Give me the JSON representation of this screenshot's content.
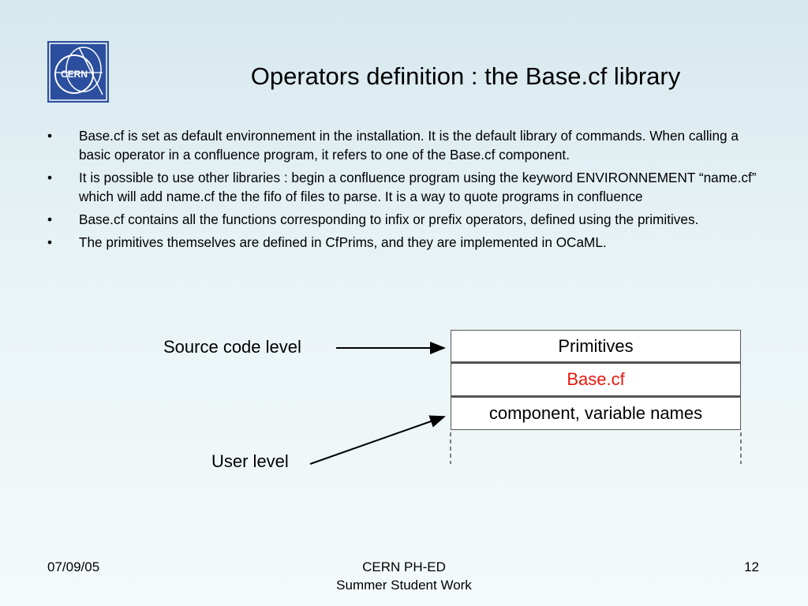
{
  "logo": {
    "text": "CERN",
    "color": "#2b4f9e",
    "icon": "cern-logo"
  },
  "title": "Operators definition : the Base.cf library",
  "bullets": [
    {
      "marker": "•",
      "text": "Base.cf is set as default environnement in the installation. It is the default library of commands. When calling a basic operator in a confluence program, it refers to one of the Base.cf component."
    },
    {
      "marker": "•",
      "text": "It is possible to use other libraries : begin a confluence program using the keyword ENVIRONNEMENT “name.cf”  which will add name.cf the the fifo of files to parse. It is a way to quote programs in confluence"
    },
    {
      "marker": "•",
      "text": "Base.cf contains all the functions corresponding to infix or prefix operators, defined using the primitives."
    },
    {
      "marker": "•",
      "text": "The primitives themselves are defined in CfPrims, and they are implemented in OCaML."
    }
  ],
  "diagram": {
    "source_label": "Source code level",
    "user_label": "User level",
    "layers": [
      "Primitives",
      "Base.cf",
      "component, variable names"
    ],
    "highlight_color": "#e8180c"
  },
  "footer": {
    "date": "07/09/05",
    "center_line1": "CERN PH-ED",
    "center_line2": "Summer Student Work",
    "page": "12"
  }
}
